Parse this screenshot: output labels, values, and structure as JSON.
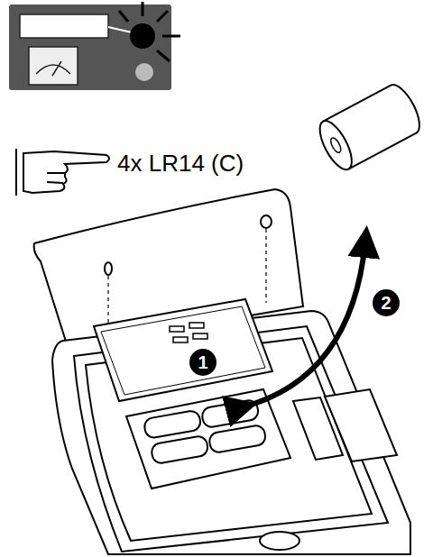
{
  "diagram": {
    "labels": [
      "4x LR14 (C)",
      "1",
      "2"
    ]
  }
}
